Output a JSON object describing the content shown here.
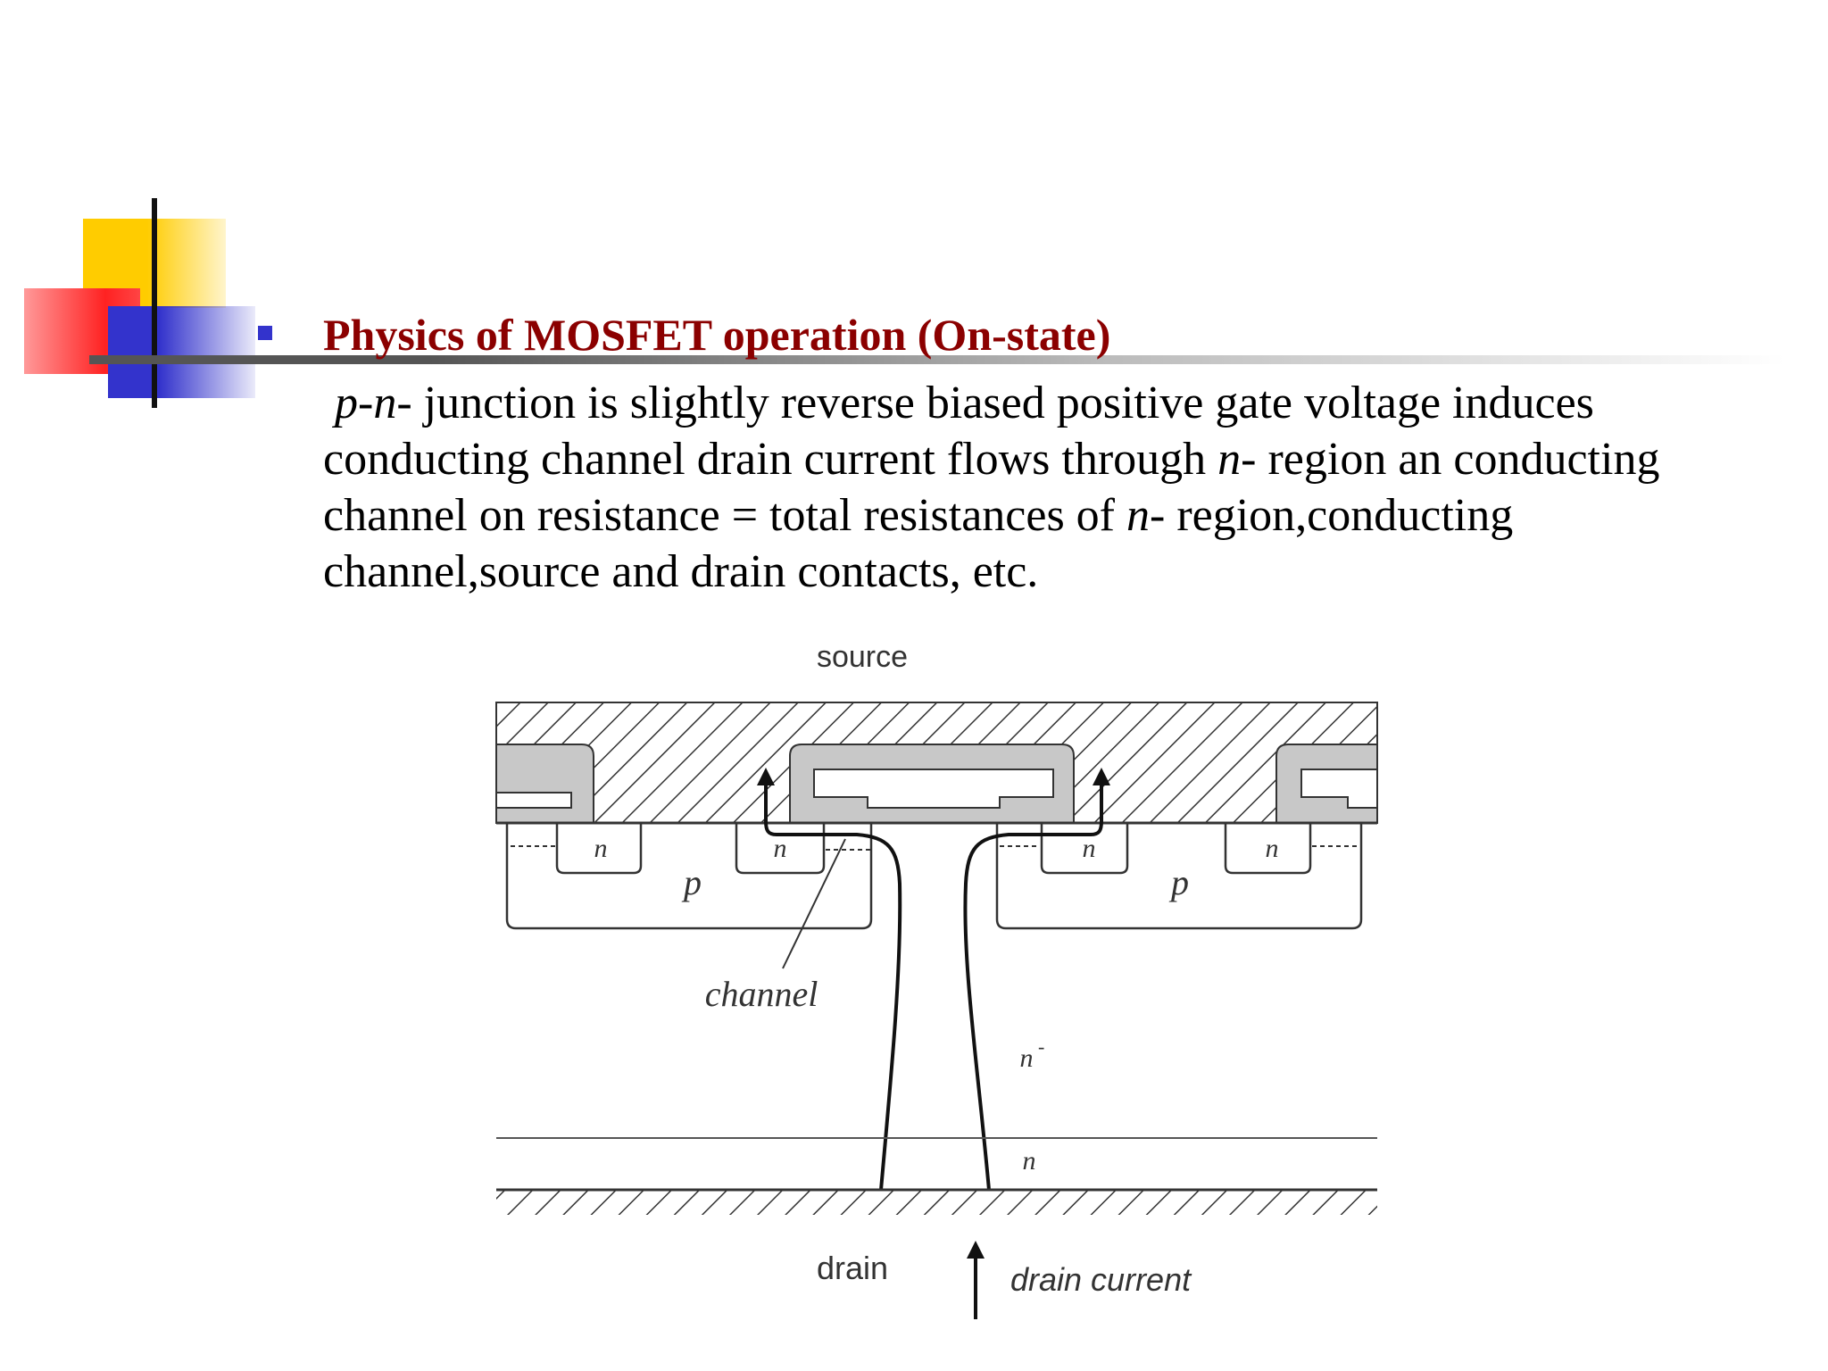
{
  "slide": {
    "title": "Physics of MOSFET operation (On-state)",
    "body": {
      "t1": "p",
      "t2": "-",
      "t3": "n",
      "t4": "- junction is slightly reverse biased positive gate voltage induces conducting channel drain current flows through ",
      "t5": "n",
      "t6": "- region an conducting channel on resistance = total resistances of ",
      "t7": "n",
      "t8": "- region,conducting channel,source and drain contacts, etc."
    }
  },
  "diagram": {
    "source_label": "source",
    "drain_label": "drain",
    "drain_current_label": "drain current",
    "channel_label": "channel",
    "n_plus_labels": [
      "n",
      "n",
      "n",
      "n"
    ],
    "p_labels": [
      "p",
      "p"
    ],
    "n_minus_label": "n",
    "n_minus_sup": "-",
    "n_buffer_label": "n"
  },
  "colors": {
    "title": "#8b0000",
    "bullet": "#3333cc",
    "deco_yellow": "#ffcc00",
    "deco_red": "#ff3333",
    "deco_blue": "#3333cc",
    "oxide_gray": "#c8c8c8"
  }
}
